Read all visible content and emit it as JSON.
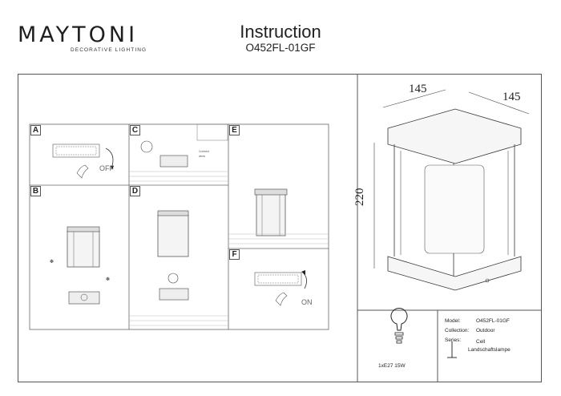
{
  "brand": {
    "name": "MAYTONI",
    "tagline": "DECORATIVE LIGHTING"
  },
  "header": {
    "title": "Instruction",
    "model_code": "O452FL-01GF"
  },
  "steps": [
    {
      "letter": "A",
      "switch_label": "OFF"
    },
    {
      "letter": "B"
    },
    {
      "letter": "C"
    },
    {
      "letter": "D"
    },
    {
      "letter": "E"
    },
    {
      "letter": "F",
      "switch_label": "ON"
    }
  ],
  "dimensions": {
    "width": "145",
    "depth": "145",
    "height": "220"
  },
  "bulb": {
    "label": "1xE27 15W"
  },
  "spec": {
    "model_label": "Model:",
    "model_value": "O452FL-01GF",
    "collection_label": "Collection:",
    "collection_value": "Outdoor",
    "series_label": "Series:",
    "series_value": "Cell",
    "series_extra": "Landschaftslampe"
  }
}
